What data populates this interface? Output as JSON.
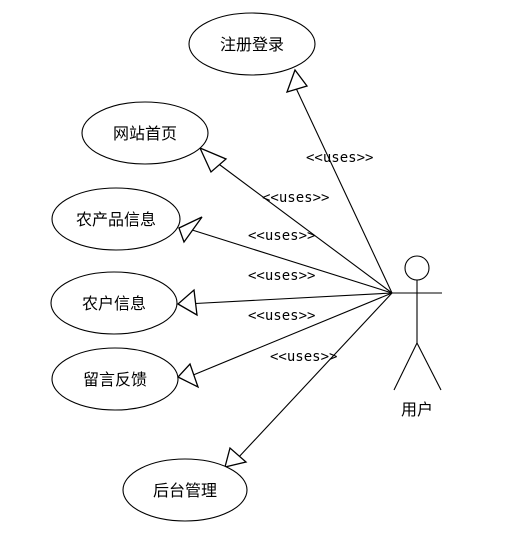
{
  "actor": {
    "label": "用户"
  },
  "use_cases": [
    {
      "id": "register-login",
      "label": "注册登录"
    },
    {
      "id": "homepage",
      "label": "网站首页"
    },
    {
      "id": "product-info",
      "label": "农产品信息"
    },
    {
      "id": "farmer-info",
      "label": "农户信息"
    },
    {
      "id": "feedback",
      "label": "留言反馈"
    },
    {
      "id": "admin",
      "label": "后台管理"
    }
  ],
  "relationships": [
    {
      "label": "<<uses>>"
    },
    {
      "label": "<<uses>>"
    },
    {
      "label": "<<uses>>"
    },
    {
      "label": "<<uses>>"
    },
    {
      "label": "<<uses>>"
    },
    {
      "label": "<<uses>>"
    }
  ]
}
